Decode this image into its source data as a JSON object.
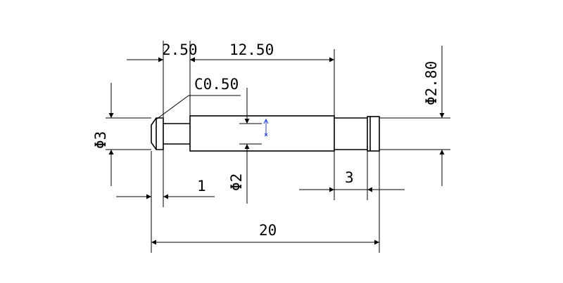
{
  "dimensions": {
    "shoulder_length": "2.50",
    "shaft_length": "12.50",
    "chamfer": "C0.50",
    "head_diameter": "Φ3",
    "groove_width": "1",
    "shaft_diameter": "Φ2",
    "groove_right_width": "3",
    "end_diameter": "Φ2.80",
    "overall_length": "20"
  },
  "colors": {
    "line": "#000000",
    "cursor": "#1a3cff"
  }
}
